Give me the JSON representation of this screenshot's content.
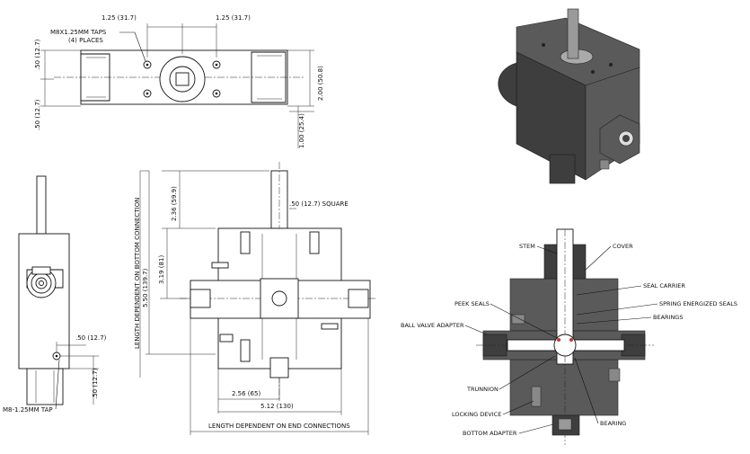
{
  "top_view": {
    "dim_left_width": "1.25 (31.7)",
    "dim_right_width": "1.25 (31.7)",
    "taps_line1": "M8X1.25MM TAPS",
    "taps_line2": "(4) PLACES",
    "dim_upper_left": ".50 (12.7)",
    "dim_lower_left": ".50 (12.7)",
    "dim_height": "2.00 (50.8)",
    "dim_bottom": "1.00 (25.4)"
  },
  "side_view": {
    "dim_horizontal": ".50 (12.7)",
    "dim_vertical": ".50 (12.7)",
    "tap_label": "M8-1.25MM TAP"
  },
  "front_view": {
    "dim_square": ".50 (12.7) SQUARE",
    "dim_stem": "2.36 (59.9)",
    "dim_center": "3.19 (81)",
    "dim_overall": "5.50 (139.7)",
    "vertical_note": "LENGTH DEPENDENT ON BOTTOM CONNECTION",
    "dim_half_width": "2.56 (65)",
    "dim_width": "5.12 (130)",
    "horizontal_note": "LENGTH DEPENDENT ON END CONNECTIONS"
  },
  "section_view": {
    "labels": {
      "stem": "STEM",
      "cover": "COVER",
      "seal_carrier": "SEAL CARRIER",
      "spring_seals": "SPRING ENERGIZED SEALS",
      "bearings": "BEARINGS",
      "peek_seals": "PEEK SEALS",
      "ball_valve_adapter": "BALL VALVE ADAPTER",
      "trunnion": "TRUNNION",
      "locking_device": "LOCKING DEVICE",
      "bearing": "BEARING",
      "bottom_adapter": "BOTTOM ADAPTER"
    }
  },
  "render_3d": {
    "alt": "isometric valve render"
  }
}
